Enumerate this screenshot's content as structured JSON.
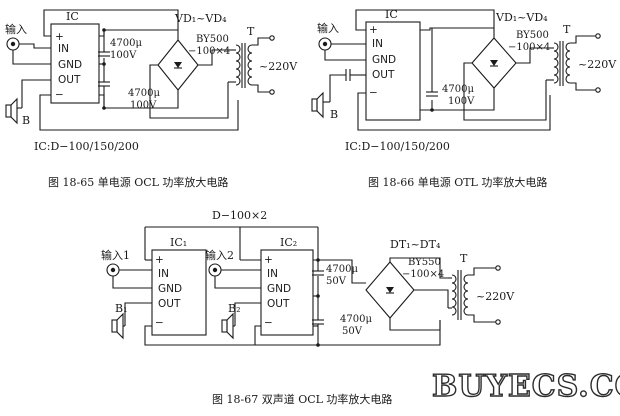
{
  "diagram_65": {
    "input_label": "输入",
    "ic_label": "IC",
    "pin_plus": "+",
    "pin_in": "IN",
    "pin_gnd": "GND",
    "pin_out": "OUT",
    "pin_minus": "−",
    "speaker_label": "B",
    "cap_top_value": "4700μ",
    "cap_top_voltage": "100V",
    "cap_bot_value": "4700μ",
    "cap_bot_voltage": "100V",
    "bridge_label": "VD₁~VD₄",
    "bridge_part": "BY500",
    "bridge_qty": "−100×4",
    "transformer_label": "T",
    "mains_label": "~220V",
    "ic_note": "IC:D−100/150/200",
    "caption": "图 18-65    单电源 OCL 功率放大电路"
  },
  "diagram_66": {
    "input_label": "输入",
    "ic_label": "IC",
    "pin_plus": "+",
    "pin_in": "IN",
    "pin_gnd": "GND",
    "pin_out": "OUT",
    "pin_minus": "−",
    "speaker_label": "B",
    "cap_value": "4700μ",
    "cap_voltage": "100V",
    "bridge_label": "VD₁~VD₄",
    "bridge_part": "BY500",
    "bridge_qty": "−100×4",
    "transformer_label": "T",
    "mains_label": "~220V",
    "ic_note": "IC:D−100/150/200",
    "caption": "图 18-66    单电源 OTL 功率放大电路"
  },
  "diagram_67": {
    "module_label": "D−100×2",
    "input1_label": "输入1",
    "input2_label": "输入2",
    "ic1_label": "IC₁",
    "ic2_label": "IC₂",
    "pin_plus": "+",
    "pin_in": "IN",
    "pin_gnd": "GND",
    "pin_out": "OUT",
    "pin_minus": "−",
    "speaker1_label": "B₁",
    "speaker2_label": "B₂",
    "cap_top_value": "4700μ",
    "cap_top_voltage": "50V",
    "cap_bot_value": "4700μ",
    "cap_bot_voltage": "50V",
    "bridge_label": "DT₁~DT₄",
    "bridge_part": "BY550",
    "bridge_qty": "−100×4",
    "transformer_label": "T",
    "mains_label": "~220V",
    "caption": "图 18-67    双声道 OCL 功率放大电路"
  },
  "watermark": "BUYECS.COM"
}
